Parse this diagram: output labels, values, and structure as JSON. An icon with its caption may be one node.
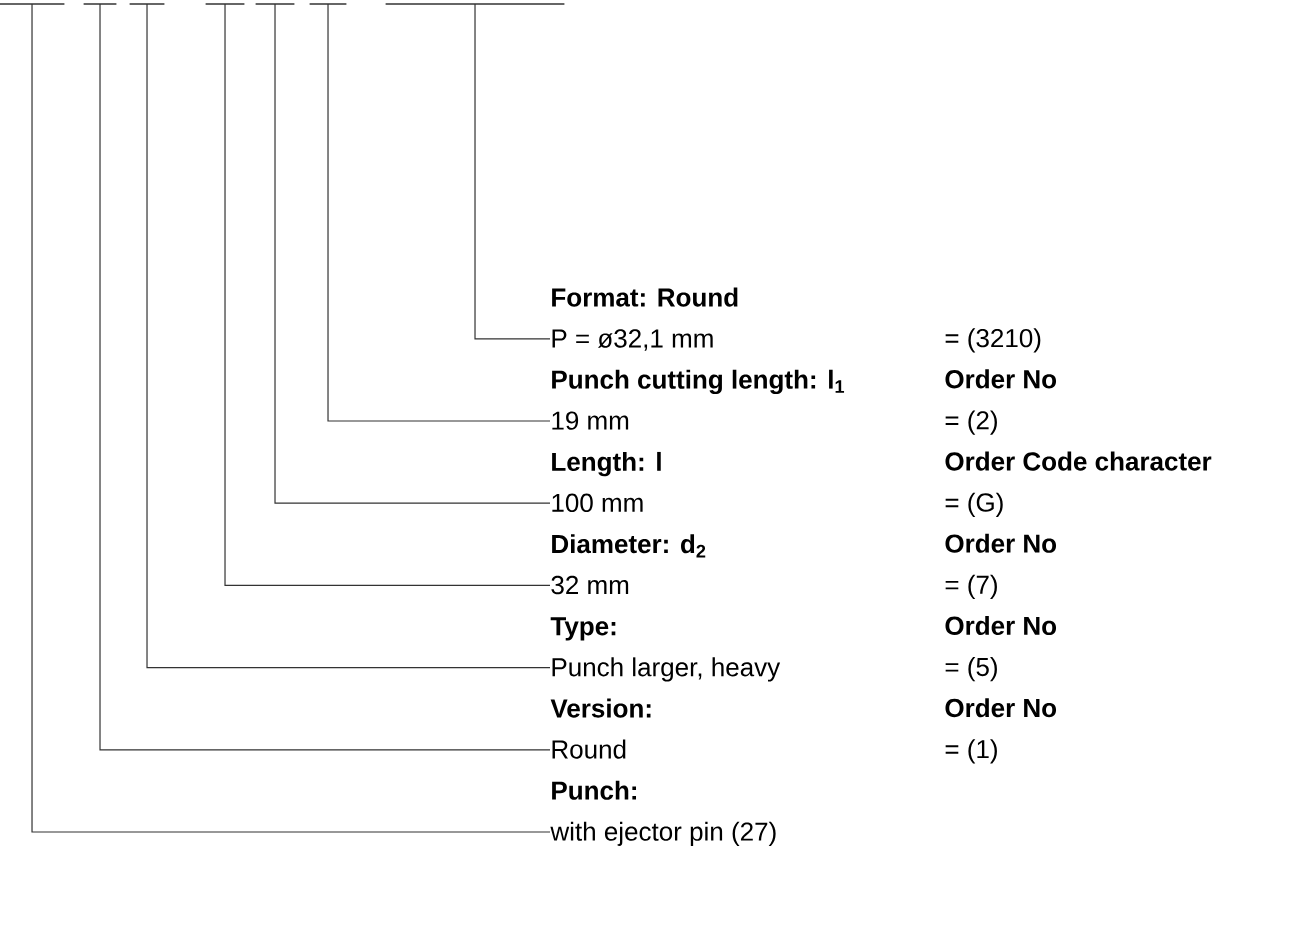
{
  "diagram": {
    "nodes": [
      {
        "text": [],
        "shape": "line"
      },
      {
        "text": [],
        "shape": "line"
      },
      {
        "text": [],
        "shape": "line"
      },
      {
        "text": [],
        "shape": "line"
      },
      {
        "text": [],
        "shape": "line"
      },
      {
        "text": [],
        "shape": "line"
      },
      {
        "text": [],
        "shape": "line"
      },
      {
        "text": [
          "Format: Round",
          "P = ø32,1 mm"
        ]
      },
      {
        "text": [
          "Punch cutting length: l$_{1}$",
          "19 mm"
        ]
      },
      {
        "text": [
          "Length: l",
          "100 mm"
        ]
      },
      {
        "text": [
          "Diameter: d$_{2}$",
          "32 mm"
        ]
      },
      {
        "text": [
          "Type:",
          "Punch larger, heavy"
        ]
      },
      {
        "text": [
          "Version:",
          "Round"
        ]
      },
      {
        "text": [
          "Punch:",
          "with ejector pin (27)"
        ]
      }
    ],
    "edges": [
      {
        "from": 7,
        "to": 6,
        "arrow": "none"
      },
      {
        "from": 8,
        "to": 5,
        "arrow": "none"
      },
      {
        "from": 9,
        "to": 4,
        "arrow": "none"
      },
      {
        "from": 10,
        "to": 3,
        "arrow": "none"
      },
      {
        "from": 11,
        "to": 2,
        "arrow": "none"
      },
      {
        "from": 12,
        "to": 1,
        "arrow": "none"
      },
      {
        "from": 13,
        "to": 0,
        "arrow": "none"
      }
    ],
    "labels": [
      "= (3210)",
      "Order No",
      "= (2)",
      "Order Code character",
      "= (G)",
      "Order No",
      "= (7)",
      "Order No",
      "= (5)",
      "Order No",
      "= (1)"
    ]
  }
}
